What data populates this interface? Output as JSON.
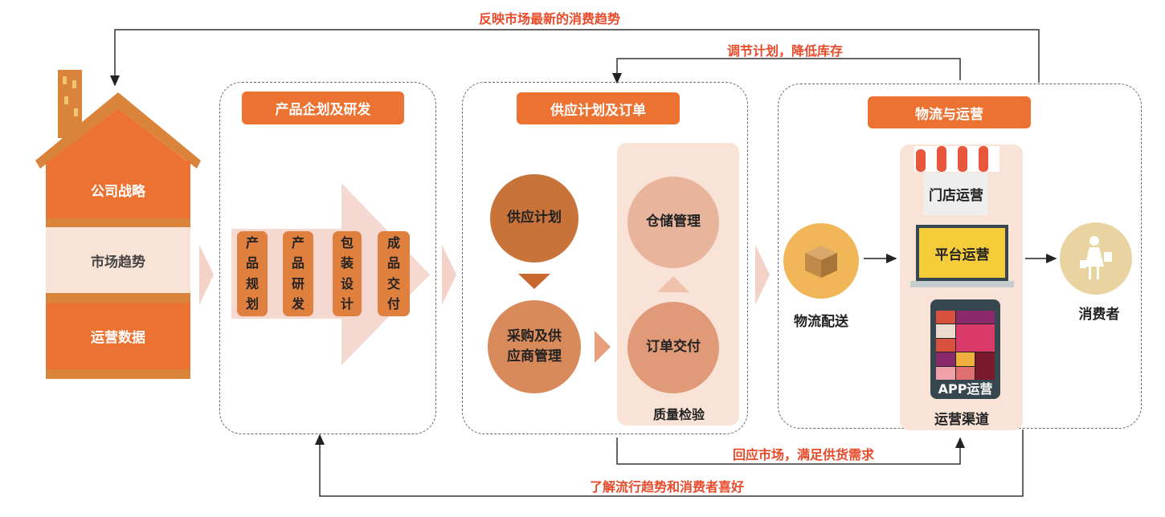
{
  "flows": {
    "top_outer": "反映市场最新的消费趋势",
    "top_inner": "调节计划，降低库存",
    "bottom_inner": "回应市场，满足供货需求",
    "bottom_outer": "了解流行趋势和消费者喜好"
  },
  "house": {
    "strategy": "公司战略",
    "trend": "市场趋势",
    "data": "运营数据"
  },
  "stage1": {
    "title": "产品企划及研发",
    "steps": [
      [
        "产",
        "品",
        "规",
        "划"
      ],
      [
        "产",
        "品",
        "研",
        "发"
      ],
      [
        "包",
        "装",
        "设",
        "计"
      ],
      [
        "成",
        "品",
        "交",
        "付"
      ]
    ]
  },
  "stage2": {
    "title": "供应计划及订单",
    "supply_plan": "供应计划",
    "procurement": "采购及供应商管理",
    "warehouse": "仓储管理",
    "order": "订单交付",
    "quality": "质量检验"
  },
  "stage3": {
    "title": "物流与运营",
    "logistics": "物流配送",
    "store": "门店运营",
    "platform": "平台运营",
    "app": "APP运营",
    "channels": "运营渠道",
    "consumer": "消费者"
  },
  "colors": {
    "accent": "#ec7232",
    "flow_text": "#e84a2a",
    "panel": "#f8e3d6"
  }
}
